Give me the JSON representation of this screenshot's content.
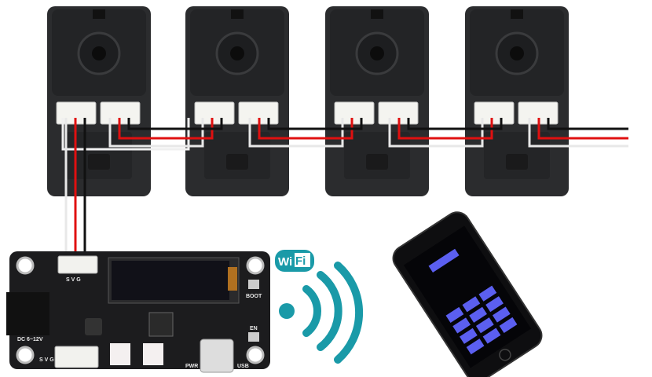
{
  "servo_count": 4,
  "board": {
    "top_connector_label": "S V G",
    "bottom_connector_label": "S V G",
    "boot_label": "BOOT",
    "en_label": "EN",
    "dc_label": "DC 6~12V",
    "pwr_label": "PWR",
    "usb_label": "USB"
  },
  "wifi": {
    "logo_left": "Wi",
    "logo_right": "Fi"
  },
  "colors": {
    "servo_body": "#2b2c2e",
    "wire_red": "#e01010",
    "wire_black": "#111111",
    "wire_white": "#f2f2f2",
    "board": "#1c1c1e",
    "wifi_teal": "#1a9aa8",
    "phone_button": "#5b5ff0"
  }
}
